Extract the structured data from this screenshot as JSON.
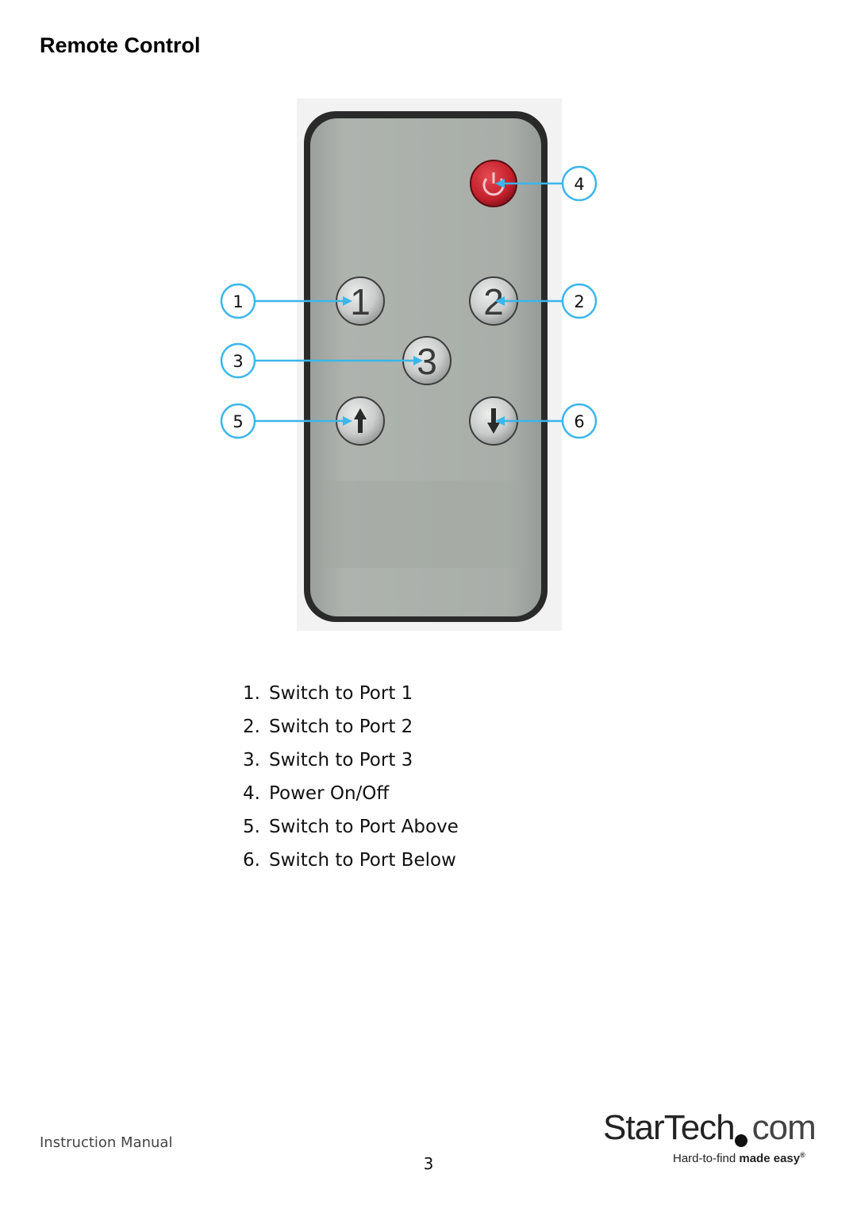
{
  "heading": "Remote Control",
  "remote": {
    "buttons": [
      {
        "id": "power",
        "glyph": "",
        "icon": "power-icon",
        "callout": "4"
      },
      {
        "id": "port1",
        "glyph": "1",
        "callout": "1"
      },
      {
        "id": "port2",
        "glyph": "2",
        "callout": "2"
      },
      {
        "id": "port3",
        "glyph": "3",
        "callout": "3"
      },
      {
        "id": "up",
        "glyph": "",
        "icon": "arrow-up-icon",
        "callout": "5"
      },
      {
        "id": "down",
        "glyph": "",
        "icon": "arrow-down-icon",
        "callout": "6"
      }
    ],
    "colors": {
      "body": "#a7aca8",
      "power_button": "#c3202b",
      "callout": "#3bb6ea"
    }
  },
  "legend": [
    {
      "num": "1.",
      "text": "Switch to Port 1"
    },
    {
      "num": "2.",
      "text": "Switch to Port 2"
    },
    {
      "num": "3.",
      "text": "Switch to Port 3"
    },
    {
      "num": "4.",
      "text": "Power On/Off"
    },
    {
      "num": "5.",
      "text": "Switch to Port Above"
    },
    {
      "num": "6.",
      "text": "Switch to Port Below"
    }
  ],
  "footer": {
    "left": "Instruction Manual",
    "page_number": "3",
    "logo_name": "StarTech",
    "logo_domain": "com",
    "logo_tagline_a": "Hard-to-find",
    "logo_tagline_b": " made easy",
    "logo_mark": "®"
  }
}
